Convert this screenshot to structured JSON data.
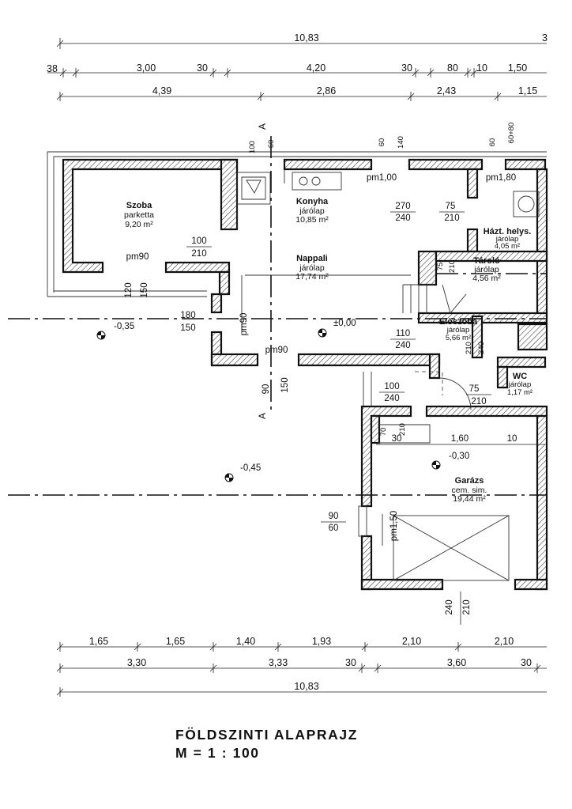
{
  "drawing": {
    "title": "FÖLDSZINTI ALAPRAJZ",
    "scale": "M = 1 : 100"
  },
  "top_dimensions": {
    "total": "10,83",
    "total_edge": "3",
    "row2": [
      "38",
      "3,00",
      "30",
      "4,20",
      "30",
      "80",
      "10",
      "1,50"
    ],
    "row3": [
      "4,39",
      "2,86",
      "2,43",
      "1,15"
    ]
  },
  "bottom_dimensions": {
    "row1": [
      "1,65",
      "1,65",
      "1,40",
      "1,93",
      "2,10",
      "2,10"
    ],
    "row2": [
      "3,30",
      "3,33",
      "30",
      "3,60",
      "30"
    ],
    "total": "10,83"
  },
  "rooms": [
    {
      "name": "Szoba",
      "floor": "parketta",
      "area": "9,20 m²"
    },
    {
      "name": "Konyha",
      "floor": "járólap",
      "area": "10,85 m²"
    },
    {
      "name": "Nappali",
      "floor": "járólap",
      "area": "17,74 m²"
    },
    {
      "name": "Házt. helys.",
      "floor": "járólap",
      "area": "4,05 m²"
    },
    {
      "name": "Tároló",
      "floor": "járólap",
      "area": "4,56 m²"
    },
    {
      "name": "Előszoba",
      "floor": "járólap",
      "area": "5,66 m²"
    },
    {
      "name": "WC",
      "floor": "járólap",
      "area": "1,17 m²"
    },
    {
      "name": "Garázs",
      "floor": "cem. sim.",
      "area": "19,44 m²"
    }
  ],
  "levels": [
    "±0,00",
    "-0,35",
    "-0,45",
    "-0,30"
  ],
  "section_marks": [
    "A",
    "A"
  ],
  "openings": {
    "parapets": [
      "pm1,00",
      "pm1,80",
      "pm90",
      "pm90",
      "pm90",
      "pm1,50"
    ],
    "top_wall": [
      "100",
      "60",
      "60",
      "140",
      "60",
      "60+80"
    ],
    "kitchen_door": [
      "270",
      "240",
      "75",
      "210"
    ],
    "szoba_door": [
      "100",
      "210"
    ],
    "szoba_window": [
      "120",
      "150"
    ],
    "nappali_window": [
      "180",
      "150"
    ],
    "nappali_bottom_window": [
      "90",
      "150"
    ],
    "storage_door": [
      "75",
      "210"
    ],
    "hall_door": [
      "110",
      "240"
    ],
    "hall_side": [
      "210",
      "240"
    ],
    "entrance": [
      "100",
      "240"
    ],
    "wc_door": [
      "75",
      "210"
    ],
    "garage_inner_door": [
      "70",
      "210"
    ],
    "garage_dims": [
      "1,60",
      "10",
      "30"
    ],
    "garage_side": [
      "90",
      "60"
    ],
    "garage_gate": [
      "240",
      "210"
    ]
  }
}
